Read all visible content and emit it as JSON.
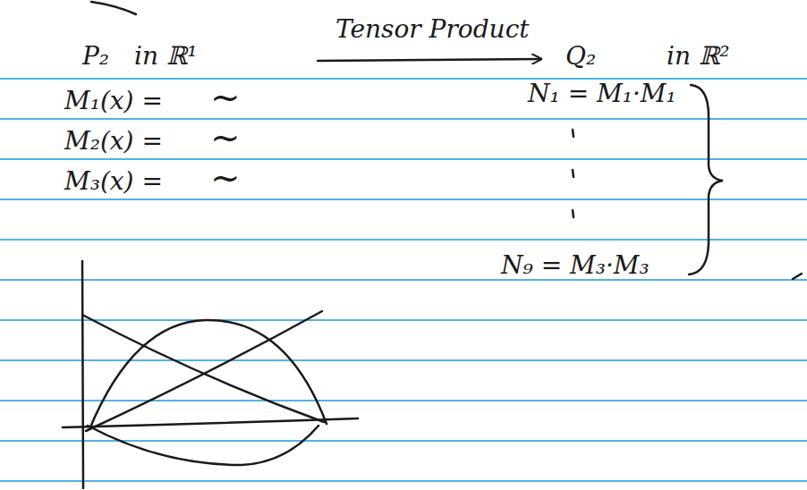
{
  "diagram": {
    "labels": [
      "P₂",
      "in ℝ¹",
      "Tensor Product",
      "Q₂",
      "in ℝ²",
      "M₁(x) =",
      "~",
      "M₂(x) =",
      "~",
      "M₃(x) =",
      "~",
      "N₁ = M₁·M₁",
      "N₉ = M₃·M₃"
    ]
  }
}
